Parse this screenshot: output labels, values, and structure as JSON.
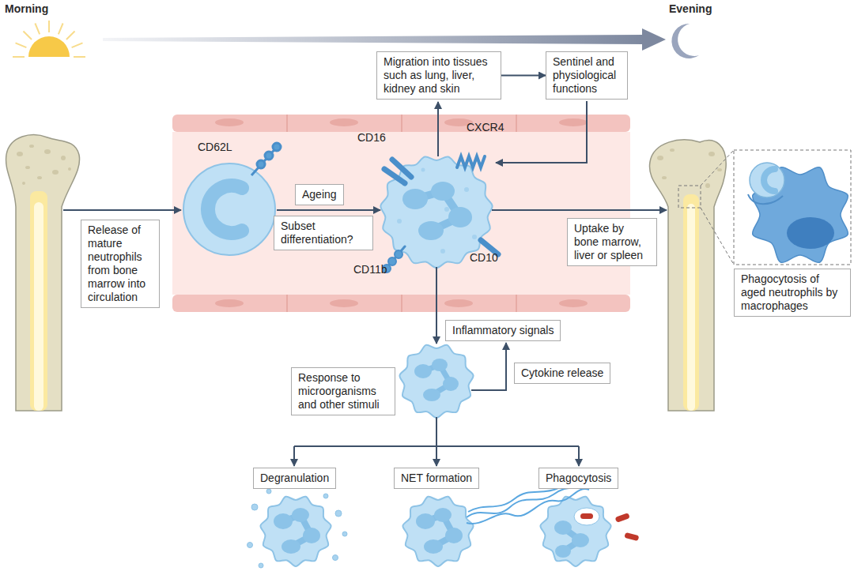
{
  "diagram": {
    "nodes": [
      {
        "text": [
          "Release of mature neutrophils from bone marrow into circulation"
        ]
      },
      {
        "text": [
          "Migration into tissues such as lung, liver, kidney and skin"
        ]
      },
      {
        "text": [
          "Sentinel and physiological functions"
        ]
      },
      {
        "text": [
          "Ageing"
        ]
      },
      {
        "text": [
          "Subset differentiation?"
        ]
      },
      {
        "text": [
          "Uptake by bone marrow, liver or spleen"
        ]
      },
      {
        "text": [
          "Phagocytosis of aged neutrophils by macrophages"
        ]
      },
      {
        "text": [
          "Inflammatory signals"
        ]
      },
      {
        "text": [
          "Response to microorganisms and other stimuli"
        ]
      },
      {
        "text": [
          "Cytokine release"
        ]
      },
      {
        "text": [
          "Degranulation"
        ]
      },
      {
        "text": [
          "NET formation"
        ]
      },
      {
        "text": [
          "Phagocytosis"
        ]
      }
    ],
    "edges": [
      {
        "from": 1,
        "to": 2,
        "arrow": "to"
      }
    ],
    "labels": [
      "Morning",
      "Evening",
      "CD62L",
      "CD16",
      "CXCR4",
      "CD10",
      "CD11b"
    ]
  }
}
